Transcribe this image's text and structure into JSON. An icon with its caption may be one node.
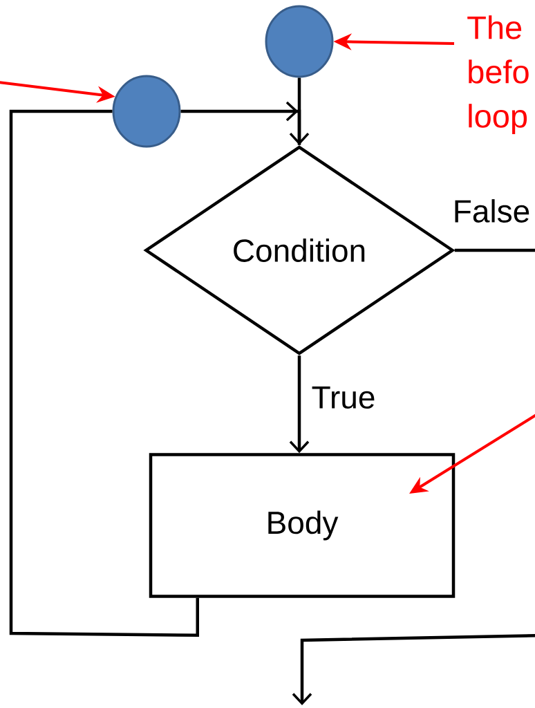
{
  "diagram": {
    "nodes": [
      {
        "text": [],
        "shape": "circle"
      },
      {
        "text": [],
        "shape": "circle"
      },
      {
        "text": [
          "Condition"
        ]
      },
      {
        "text": [
          "Body"
        ]
      },
      {
        "text": [
          "The befo loop"
        ]
      }
    ],
    "edges": [
      {
        "from": 0,
        "to": 2,
        "arrow": "to"
      },
      {
        "from": 1,
        "to": 2,
        "arrow": "to"
      },
      {
        "from": 2,
        "to": 3,
        "arrow": "to",
        "label": "True"
      },
      {
        "from": 2,
        "to": null,
        "arrow": "to",
        "label": "False"
      },
      {
        "from": 3,
        "to": 1,
        "arrow": "none"
      },
      {
        "from": 4,
        "to": 0,
        "arrow": "to",
        "color": "#ff0000"
      },
      {
        "from": null,
        "to": 1,
        "arrow": "to",
        "color": "#ff0000"
      },
      {
        "from": null,
        "to": 3,
        "arrow": "to",
        "color": "#ff0000"
      }
    ]
  }
}
